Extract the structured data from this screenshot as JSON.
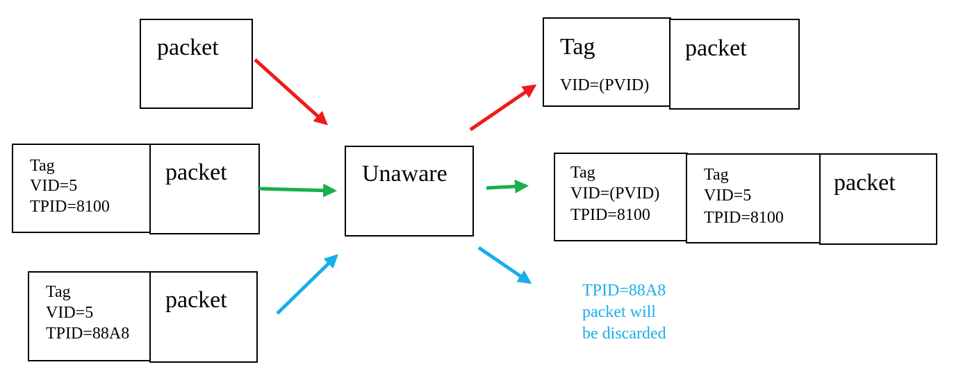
{
  "colors": {
    "untagged": "#ee1b1b",
    "tagged_8100": "#1aaf4b",
    "tagged_88a8": "#19aee8"
  },
  "inputs": {
    "untagged": {
      "packet": "packet"
    },
    "tagged_8100": {
      "tag": "Tag",
      "vid": "VID=5",
      "tpid": "TPID=8100",
      "packet": "packet"
    },
    "tagged_88a8": {
      "tag": "Tag",
      "vid": "VID=5",
      "tpid": "TPID=88A8",
      "packet": "packet"
    }
  },
  "port": {
    "label": "Unaware"
  },
  "outputs": {
    "untagged": {
      "tag": "Tag",
      "vid": "VID=(PVID)",
      "packet": "packet"
    },
    "tagged_8100": {
      "outer_tag": "Tag",
      "outer_vid": "VID=(PVID)",
      "outer_tpid": "TPID=8100",
      "inner_tag": "Tag",
      "inner_vid": "VID=5",
      "inner_tpid": "TPID=8100",
      "packet": "packet"
    },
    "tagged_88a8": {
      "line1": "TPID=88A8",
      "line2": "packet will",
      "line3": "be discarded"
    }
  }
}
